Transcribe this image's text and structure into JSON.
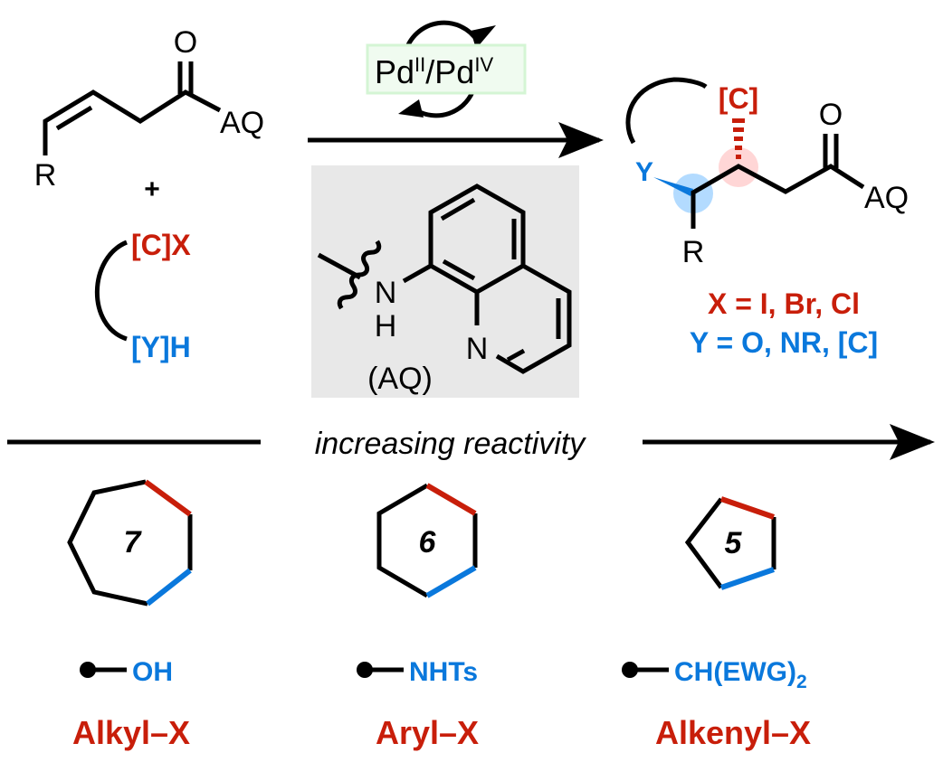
{
  "colors": {
    "red": "#c81e0a",
    "blue": "#0a78dc",
    "black": "#000000",
    "catalyst_box_fill": "#f0fbf0",
    "catalyst_box_border": "#d4f5d4",
    "aq_box_fill": "#e8e8e8",
    "blue_highlight": "#b3dbff",
    "red_highlight": "#ffd6d6"
  },
  "reactant": {
    "substituent": "R",
    "carbonyl_oxygen": "O",
    "directing_group": "AQ",
    "plus": "+",
    "electrophile": "[C]X",
    "nucleophile": "[Y]H"
  },
  "catalyst": {
    "label_pre": "Pd",
    "sup1": "II",
    "slash_pd": "/Pd",
    "sup2": "IV"
  },
  "aq_box": {
    "nh_n": "N",
    "nh_h": "H",
    "ring_n": "N",
    "caption": "(AQ)"
  },
  "product": {
    "carbon_group": "[C]",
    "heteroatom": "Y",
    "substituent": "R",
    "carbonyl_oxygen": "O",
    "directing_group": "AQ",
    "x_definition": "X = I, Br, Cl",
    "y_definition": "Y = O, NR, [C]"
  },
  "reactivity_axis": {
    "label": "increasing reactivity"
  },
  "rings": [
    {
      "size": "7",
      "nucleophile": "OH",
      "nucleophile_sub": "",
      "electrophile_class": "Alkyl–X"
    },
    {
      "size": "6",
      "nucleophile": "NHTs",
      "nucleophile_sub": "",
      "electrophile_class": "Aryl–X"
    },
    {
      "size": "5",
      "nucleophile": "CH(EWG)",
      "nucleophile_sub": "2",
      "electrophile_class": "Alkenyl–X"
    }
  ]
}
